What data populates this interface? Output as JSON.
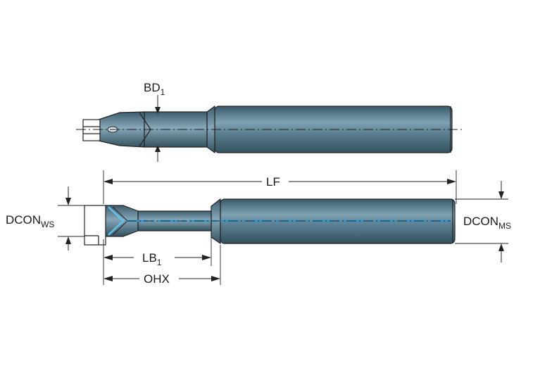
{
  "labels": {
    "bd": "BD",
    "bd_sub": "1",
    "lf": "LF",
    "dcon_ws": "DCON",
    "dcon_ws_sub": "WS",
    "dcon_ms": "DCON",
    "dcon_ms_sub": "MS",
    "lb": "LB",
    "lb_sub": "1",
    "ohx": "OHX"
  },
  "colors": {
    "body": "#4c6f82",
    "body_light": "#8fb0c0",
    "body_dark": "#2f4b5a",
    "coolant": "#3aa8e0",
    "line": "#222222"
  }
}
